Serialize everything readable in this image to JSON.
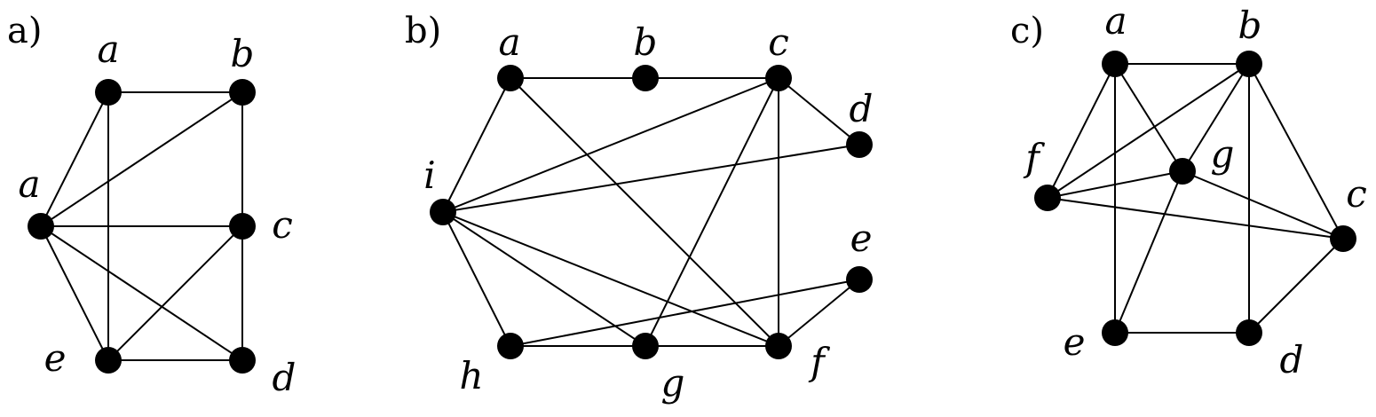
{
  "panels": [
    {
      "id": "a",
      "label": "a)",
      "nodes": [
        {
          "id": "a1",
          "label": "a"
        },
        {
          "id": "b",
          "label": "b"
        },
        {
          "id": "a2",
          "label": "a"
        },
        {
          "id": "c",
          "label": "c"
        },
        {
          "id": "e",
          "label": "e"
        },
        {
          "id": "d",
          "label": "d"
        }
      ],
      "edges": [
        [
          "a1",
          "b"
        ],
        [
          "a1",
          "a2"
        ],
        [
          "a1",
          "e"
        ],
        [
          "b",
          "a2"
        ],
        [
          "b",
          "c"
        ],
        [
          "a2",
          "c"
        ],
        [
          "a2",
          "e"
        ],
        [
          "a2",
          "d"
        ],
        [
          "c",
          "e"
        ],
        [
          "c",
          "d"
        ],
        [
          "e",
          "d"
        ]
      ]
    },
    {
      "id": "b",
      "label": "b)",
      "nodes": [
        {
          "id": "a",
          "label": "a"
        },
        {
          "id": "b",
          "label": "b"
        },
        {
          "id": "c",
          "label": "c"
        },
        {
          "id": "d",
          "label": "d"
        },
        {
          "id": "i",
          "label": "i"
        },
        {
          "id": "e",
          "label": "e"
        },
        {
          "id": "h",
          "label": "h"
        },
        {
          "id": "g",
          "label": "g"
        },
        {
          "id": "f",
          "label": "f"
        }
      ],
      "edges": [
        [
          "a",
          "b"
        ],
        [
          "b",
          "c"
        ],
        [
          "a",
          "i"
        ],
        [
          "a",
          "f"
        ],
        [
          "c",
          "d"
        ],
        [
          "c",
          "i"
        ],
        [
          "c",
          "g"
        ],
        [
          "c",
          "f"
        ],
        [
          "i",
          "d"
        ],
        [
          "i",
          "h"
        ],
        [
          "i",
          "g"
        ],
        [
          "i",
          "f"
        ],
        [
          "h",
          "g"
        ],
        [
          "g",
          "f"
        ],
        [
          "h",
          "e"
        ],
        [
          "e",
          "f"
        ]
      ]
    },
    {
      "id": "c",
      "label": "c)",
      "nodes": [
        {
          "id": "a",
          "label": "a"
        },
        {
          "id": "b",
          "label": "b"
        },
        {
          "id": "f",
          "label": "f"
        },
        {
          "id": "g",
          "label": "g"
        },
        {
          "id": "c",
          "label": "c"
        },
        {
          "id": "e",
          "label": "e"
        },
        {
          "id": "d",
          "label": "d"
        }
      ],
      "edges": [
        [
          "a",
          "b"
        ],
        [
          "a",
          "f"
        ],
        [
          "a",
          "g"
        ],
        [
          "a",
          "e"
        ],
        [
          "b",
          "f"
        ],
        [
          "b",
          "g"
        ],
        [
          "b",
          "d"
        ],
        [
          "b",
          "c"
        ],
        [
          "f",
          "g"
        ],
        [
          "f",
          "c"
        ],
        [
          "g",
          "c"
        ],
        [
          "g",
          "e"
        ],
        [
          "c",
          "d"
        ],
        [
          "e",
          "d"
        ]
      ]
    }
  ]
}
